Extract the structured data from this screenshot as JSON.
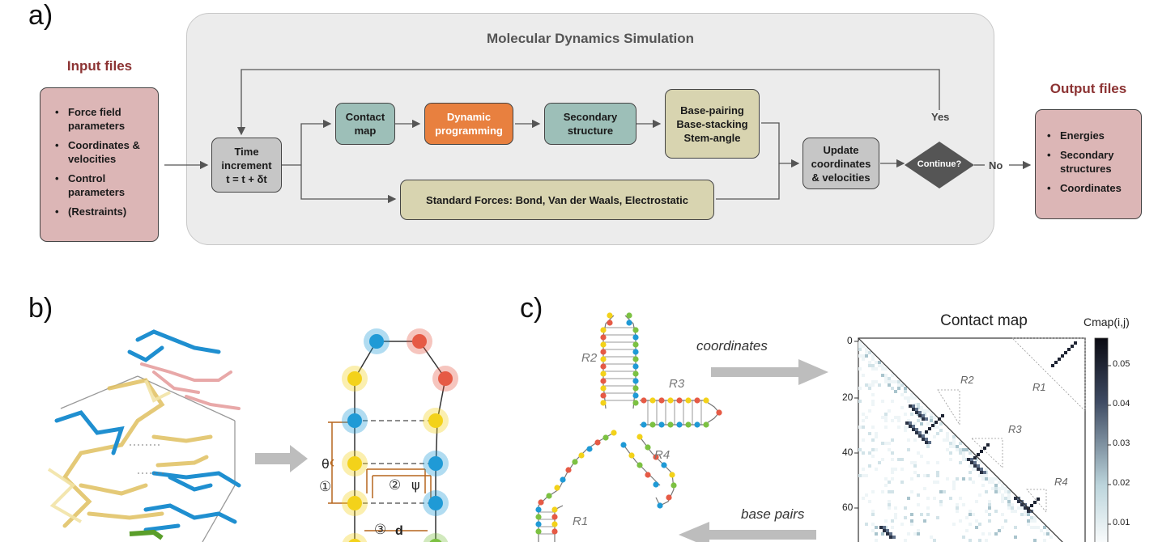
{
  "panels": {
    "a": "a)",
    "b": "b)",
    "c": "c)"
  },
  "md_title": "Molecular Dynamics Simulation",
  "input_files": {
    "title": "Input files",
    "items": [
      "Force field parameters",
      "Coordinates & velocities",
      "Control parameters",
      "(Restraints)"
    ]
  },
  "output_files": {
    "title": "Output files",
    "items": [
      "Energies",
      "Secondary structures",
      "Coordinates"
    ]
  },
  "nodes": {
    "time_increment": [
      "Time",
      "increment",
      "t = t + δt"
    ],
    "contact_map": [
      "Contact",
      "map"
    ],
    "dynamic_programming": [
      "Dynamic",
      "programming"
    ],
    "secondary_structure": [
      "Secondary",
      "structure"
    ],
    "base_interactions": [
      "Base-pairing",
      "Base-stacking",
      "Stem-angle"
    ],
    "standard_forces": "Standard Forces: Bond, Van der Waals, Electrostatic",
    "update": [
      "Update",
      "coordinates",
      "& velocities"
    ],
    "continue": "Continue?",
    "yes": "Yes",
    "no": "No"
  },
  "panel_b": {
    "theta": "θ",
    "psi": "ψ",
    "d": "d",
    "marker1": "①",
    "marker2": "②",
    "marker3": "③"
  },
  "panel_c": {
    "arrow_top": "coordinates",
    "arrow_bottom": "base pairs",
    "regions": [
      "R1",
      "R2",
      "R3",
      "R4"
    ],
    "cmap_title": "Contact map",
    "colorbar_label": "Cmap(i,j)",
    "colorbar_ticks": [
      "0.05",
      "0.04",
      "0.03",
      "0.02",
      "0.01"
    ],
    "axis_ticks": [
      "0",
      "20",
      "40",
      "60"
    ]
  },
  "colors": {
    "teal_box": "#9dbfb8",
    "khaki_box": "#d8d4b0",
    "orange_box": "#e8803f",
    "pink_box": "#dcb6b6",
    "blue_bead": "#1f9ad6",
    "yellow_bead": "#f3d21a",
    "red_bead": "#e65a45",
    "green_bead": "#7cc142"
  }
}
